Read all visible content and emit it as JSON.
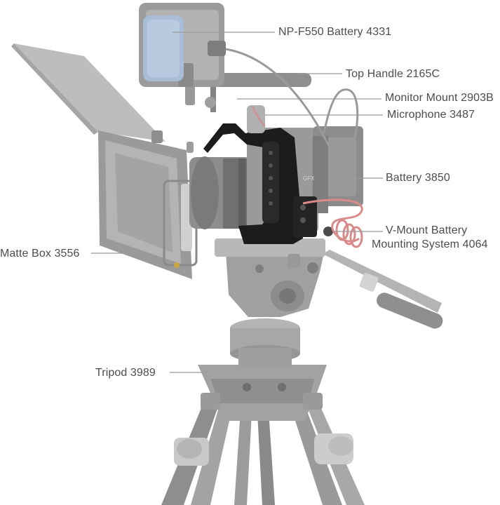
{
  "callouts": {
    "np_f550_battery": "NP-F550 Battery 4331",
    "top_handle": "Top Handle 2165C",
    "monitor_mount": "Monitor Mount 2903B",
    "microphone": "Microphone 3487",
    "battery": "Battery 3850",
    "vmount_line1": "V-Mount Battery",
    "vmount_line2": "Mounting System 4064",
    "matte_box": "Matte Box 3556",
    "tripod": "Tripod 3989"
  },
  "colors": {
    "label_text": "#4d4d4d",
    "leader_line": "#9a9a9a",
    "gear_gray": "#a9a9a9",
    "cage_black": "#1c1c1c",
    "battery_blue": "#a9bdd6",
    "cable_red": "#d98a8a"
  }
}
